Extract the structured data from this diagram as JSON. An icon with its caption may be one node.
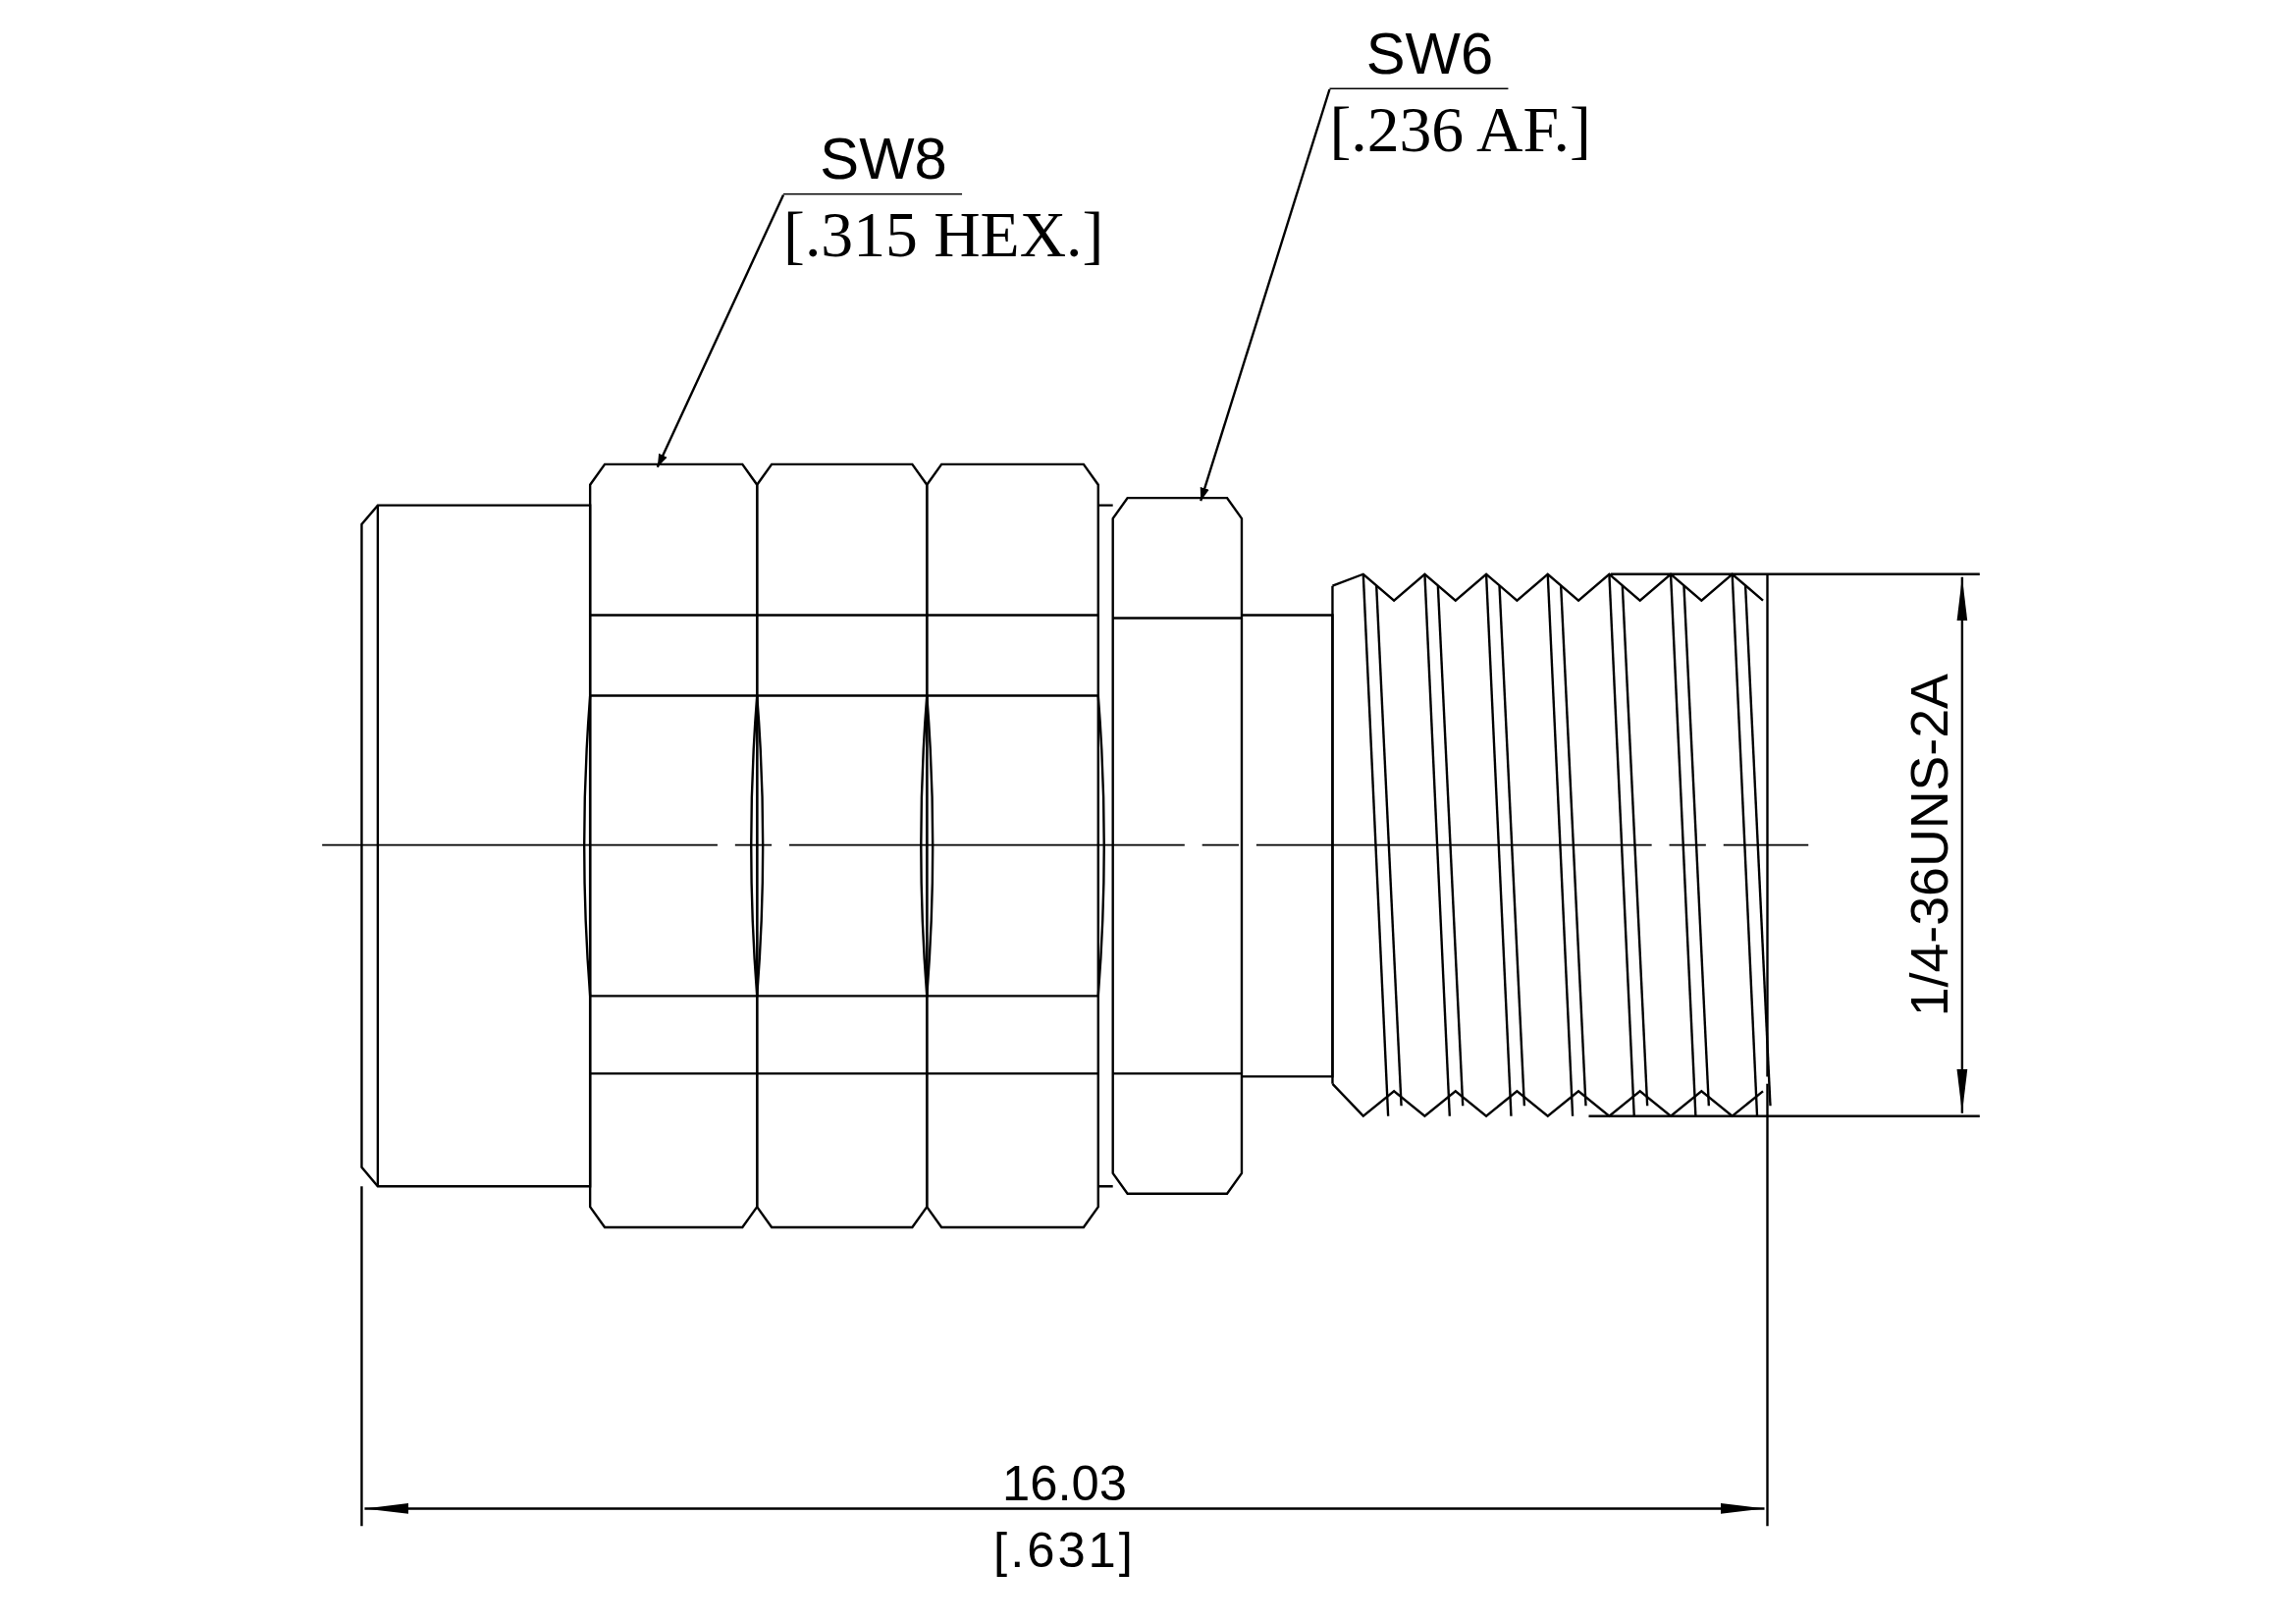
{
  "diagram": {
    "nodes": [
      {
        "text": [
          "SW8",
          "[.315 HEX.]"
        ]
      },
      {
        "text": [],
        "shape": "picture"
      },
      {
        "text": [
          "SW6",
          "[.236 AF.]"
        ]
      },
      {
        "text": [],
        "shape": "picture"
      }
    ],
    "edges": [
      {
        "from": 0,
        "to": 1,
        "arrow": "to"
      },
      {
        "from": 2,
        "to": 3,
        "arrow": "to"
      }
    ],
    "labels": [
      "16.03",
      "[.631]",
      "1/4-36UNS-2A"
    ]
  }
}
